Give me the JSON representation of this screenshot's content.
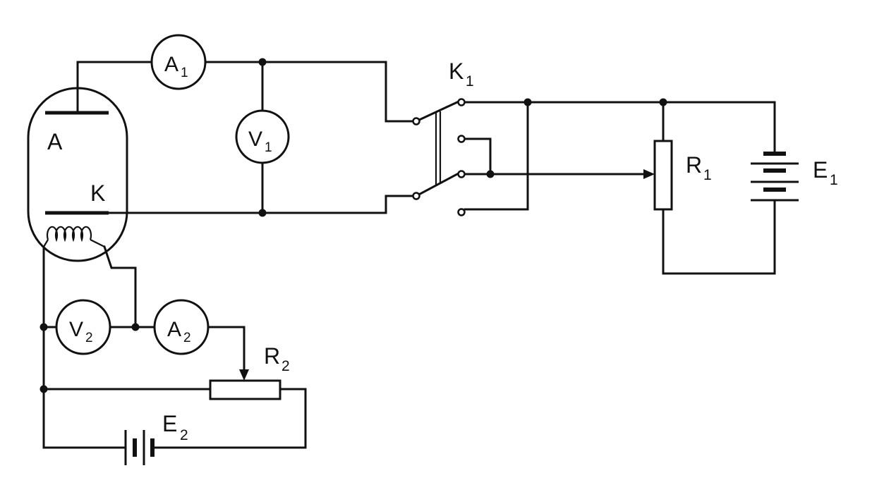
{
  "labels": {
    "anode": "A",
    "cathode": "K",
    "switch": {
      "main": "K",
      "sub": "1"
    },
    "r1": {
      "main": "R",
      "sub": "1"
    },
    "r2": {
      "main": "R",
      "sub": "2"
    },
    "e1": {
      "main": "E",
      "sub": "1"
    },
    "e2": {
      "main": "E",
      "sub": "2"
    }
  },
  "meters": {
    "a1": {
      "main": "A",
      "sub": "1"
    },
    "v1": {
      "main": "V",
      "sub": "1"
    },
    "v2": {
      "main": "V",
      "sub": "2"
    },
    "a2": {
      "main": "A",
      "sub": "2"
    }
  }
}
